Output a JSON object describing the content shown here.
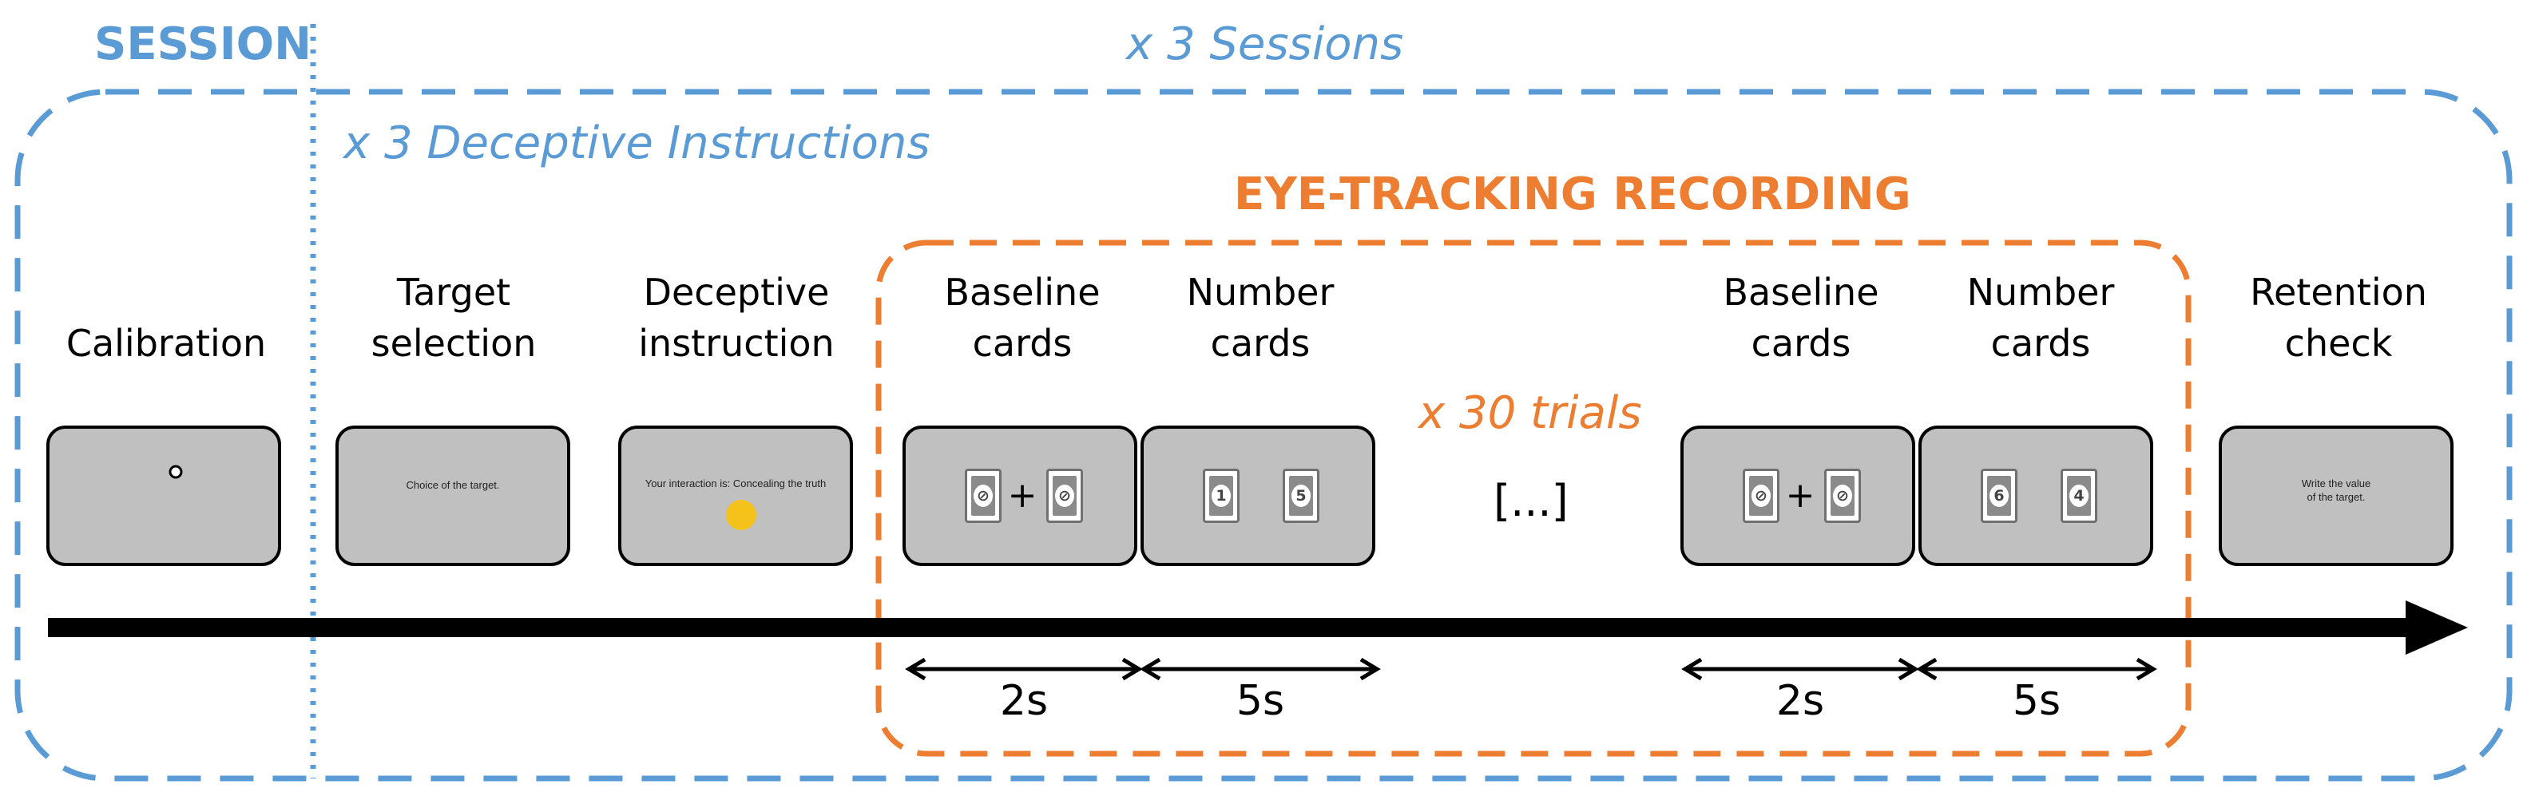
{
  "headers": {
    "session": "SESSION",
    "sessions_repeat": "x 3 Sessions",
    "instructions_repeat": "x 3 Deceptive Instructions",
    "eye_tracking": "EYE-TRACKING RECORDING",
    "trials_repeat": "x 30 trials",
    "ellipsis": "[...]"
  },
  "steps": {
    "calibration": "Calibration",
    "target_selection": "Target\nselection",
    "deceptive_instruction": "Deceptive\ninstruction",
    "baseline_1": "Baseline\ncards",
    "number_1": "Number\ncards",
    "baseline_2": "Baseline\ncards",
    "number_2": "Number\ncards",
    "retention_check": "Retention\ncheck"
  },
  "screens": {
    "target_selection_text": "Choice of the target.",
    "deceptive_instruction_text": "Your interaction is:  Concealing the truth",
    "retention_text": "Write the value\nof the target.",
    "number_cards_1": [
      "1",
      "5"
    ],
    "number_cards_2": [
      "6",
      "4"
    ],
    "baseline_symbol": "⊘",
    "plus": "+"
  },
  "durations": {
    "baseline_1": "2s",
    "number_1": "5s",
    "baseline_2": "2s",
    "number_2": "5s"
  },
  "colors": {
    "session_blue": "#5b9bd5",
    "recording_orange": "#ed7d31",
    "card_gray": "#c0c0c0",
    "fixation_yellow": "#f5c21b"
  }
}
